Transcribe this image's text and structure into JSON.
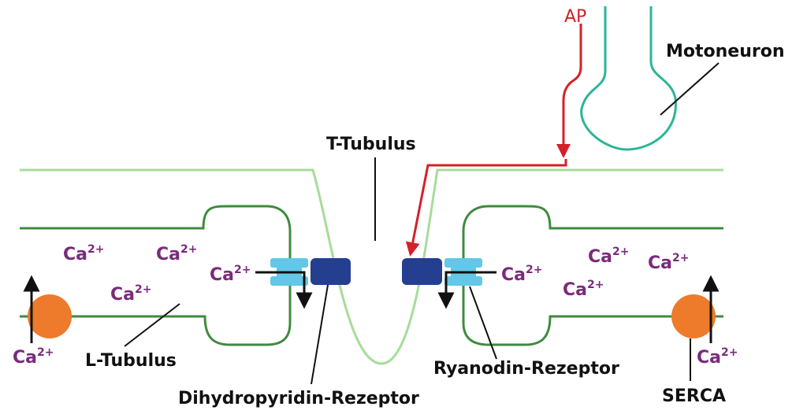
{
  "labels": {
    "ap": "AP",
    "motoneuron": "Motoneuron",
    "t_tubulus": "T-Tubulus",
    "l_tubulus": "L-Tubulus",
    "dhpr": "Dihydropyridin-Rezeptor",
    "ryr": "Ryanodin-Rezeptor",
    "serca": "SERCA"
  },
  "ion": {
    "base": "Ca",
    "charge": "2+"
  },
  "colors": {
    "calcium_text": "#7b2a7b",
    "action_potential": "#d4202a",
    "motoneuron": "#2bb597",
    "sarcolemma": "#a6dc9a",
    "sr_membrane": "#3f8a3f",
    "dhpr": "#243f8f",
    "ryr_channel": "#62c7e8",
    "serca_pump": "#ee7a2b",
    "label_text": "#111111"
  },
  "icons": {
    "dhpr": "dark-blue-rounded-rect",
    "ryr": "light-blue-channel",
    "serca": "orange-circle",
    "ion_flow": "black-arrow"
  }
}
